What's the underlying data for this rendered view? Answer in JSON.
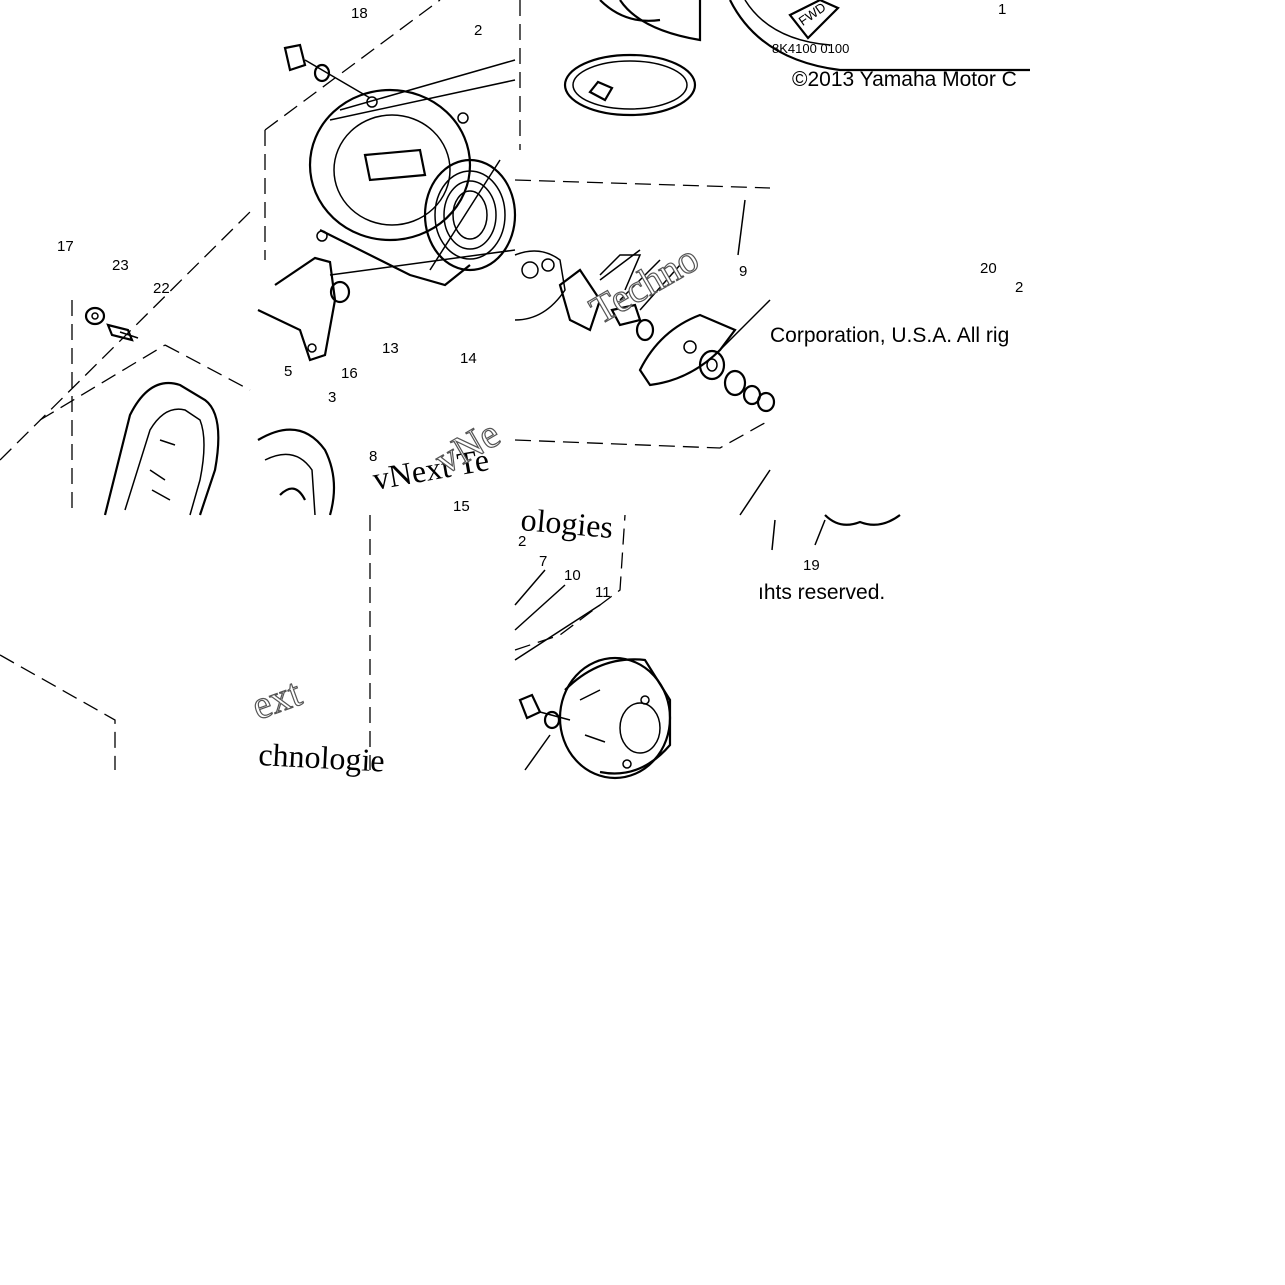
{
  "copyright": {
    "line1": "©2013 Yamaha Motor C",
    "line2": "Corporation, U.S.A. All rig",
    "line3": "ıhts reserved."
  },
  "watermarks": {
    "text1": "vNext Te",
    "text2": "ologies",
    "text3": "vNe",
    "text4": "Techno",
    "text5": "ext",
    "text6": "chnologie"
  },
  "part_code": "8K4100 0100",
  "arrow_label": "FWD",
  "callouts": {
    "c1": "1",
    "c2": "2",
    "c2b": "2",
    "c2c": "2",
    "c3": "3",
    "c5": "5",
    "c7": "7",
    "c8": "8",
    "c9": "9",
    "c10": "10",
    "c11": "11",
    "c13": "13",
    "c14": "14",
    "c15": "15",
    "c16": "16",
    "c17": "17",
    "c18": "18",
    "c19": "19",
    "c20": "20",
    "c22": "22",
    "c23": "23"
  }
}
